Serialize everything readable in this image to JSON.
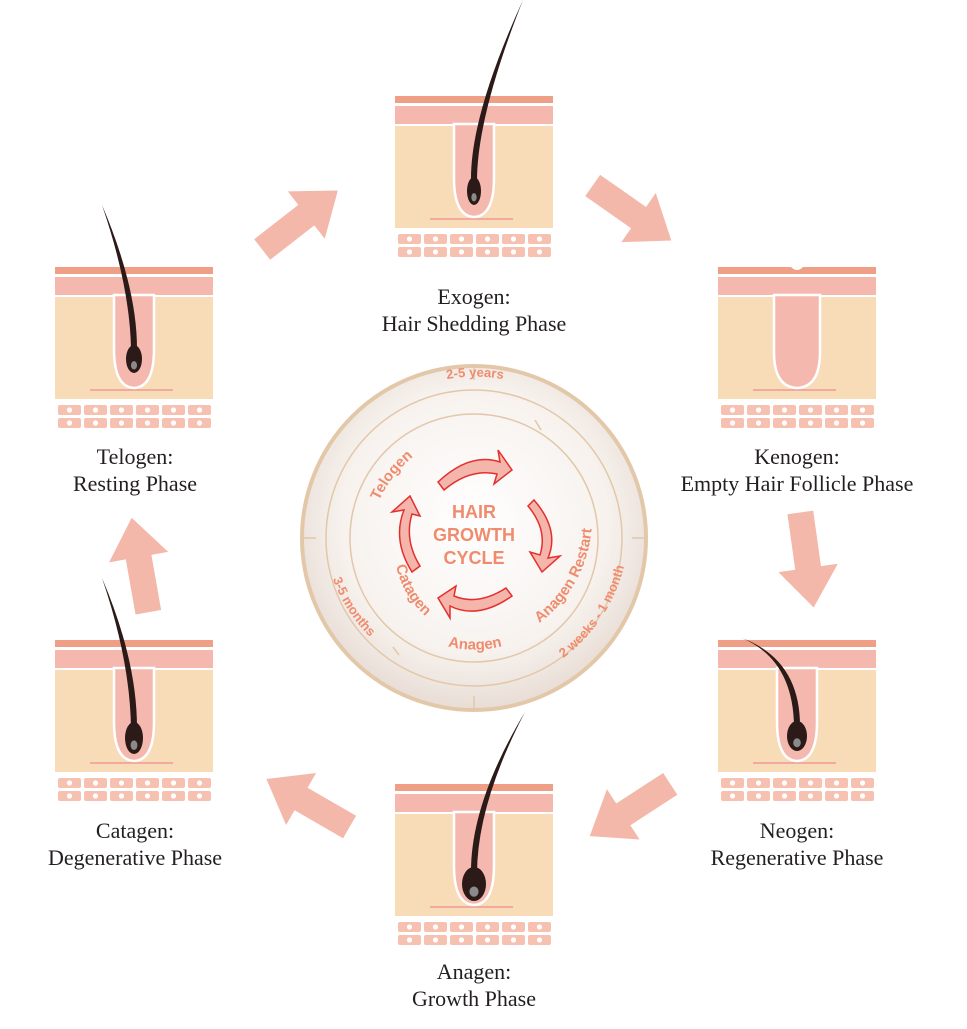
{
  "colors": {
    "skin_top": "#ef9f86",
    "epidermis": "#f4b8ae",
    "dermis": "#f7dcb7",
    "cells": "#f6c1b0",
    "hair": "#2b1a17",
    "arrow": "#f3b8aa",
    "center_text": "#f08c6e",
    "inner_arrow_edge": "#e52f2f",
    "ring": "#e3c7a9"
  },
  "phases": [
    {
      "id": "exogen",
      "name": "Exogen:",
      "desc": "Hair Shedding Phase",
      "hair": "shedding"
    },
    {
      "id": "kenogen",
      "name": "Kenogen:",
      "desc": "Empty Hair Follicle Phase",
      "hair": "empty"
    },
    {
      "id": "neogen",
      "name": "Neogen:",
      "desc": "Regenerative Phase",
      "hair": "regenerating"
    },
    {
      "id": "anagen",
      "name": "Anagen:",
      "desc": "Growth Phase",
      "hair": "growing"
    },
    {
      "id": "catagen",
      "name": "Catagen:",
      "desc": "Degenerative Phase",
      "hair": "degenerating"
    },
    {
      "id": "telogen",
      "name": "Telogen:",
      "desc": "Resting Phase",
      "hair": "resting"
    }
  ],
  "center": {
    "title_lines": [
      "HAIR",
      "GROWTH",
      "CYCLE"
    ],
    "ring_labels": {
      "top": "2-5 years",
      "telogen": "Telogen",
      "catagen": "Catagen",
      "catagen_duration": "3-5 months",
      "anagen": "Anagen",
      "anagen_restart": "Anagen Restart",
      "restart_duration": "2 weeks - 1 month"
    }
  }
}
